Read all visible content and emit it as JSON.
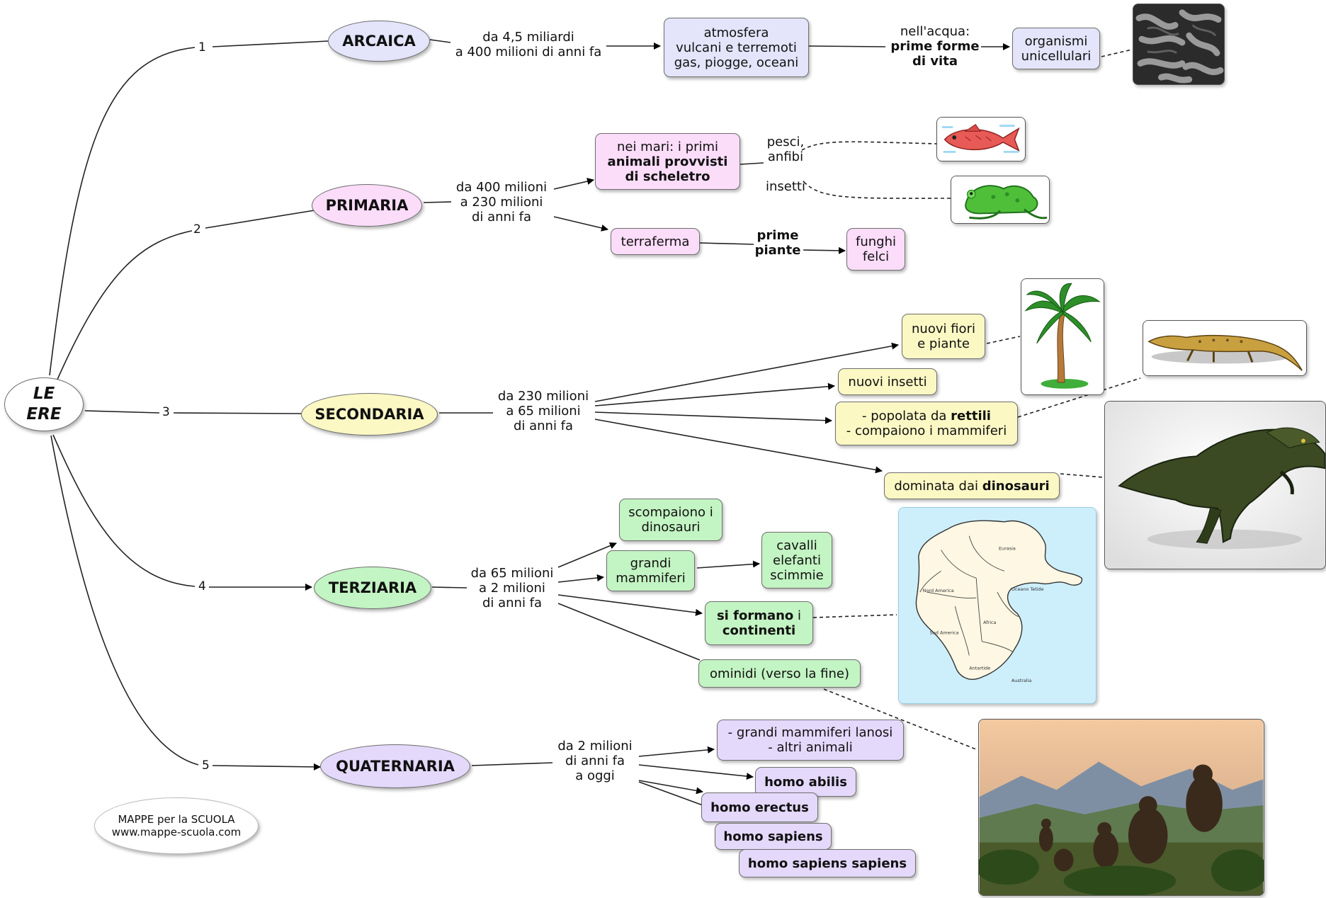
{
  "root": {
    "line1": "LE",
    "line2": "ERE"
  },
  "branch_numbers": [
    "1",
    "2",
    "3",
    "4",
    "5"
  ],
  "eras": [
    {
      "name": "ARCAICA",
      "color": "#e4e4fb",
      "time": [
        "da 4,5 miliardi",
        "a 400 milioni di anni fa"
      ]
    },
    {
      "name": "PRIMARIA",
      "color": "#fbdcf9",
      "time": [
        "da 400 milioni",
        "a 230 milioni",
        "di anni fa"
      ]
    },
    {
      "name": "SECONDARIA",
      "color": "#fbf8c4",
      "time": [
        "da 230 milioni",
        "a 65 milioni",
        "di anni fa"
      ]
    },
    {
      "name": "TERZIARIA",
      "color": "#c3f4c3",
      "time": [
        "da 65 milioni",
        "a 2 milioni",
        "di anni fa"
      ]
    },
    {
      "name": "QUATERNARIA",
      "color": "#e4d8fb",
      "time": [
        "da 2 milioni",
        "di anni fa",
        "a oggi"
      ]
    }
  ],
  "arcaica": {
    "atmosfera": [
      "atmosfera",
      "vulcani e terremoti",
      "gas, piogge, oceani"
    ],
    "acqua_pre": "nell'acqua:",
    "acqua_bold": [
      "prime forme",
      "di vita"
    ],
    "organismi": [
      "organismi",
      "unicellulari"
    ]
  },
  "primaria": {
    "mari_pre": "nei mari: i primi",
    "mari_bold": [
      "animali provvisti",
      "di scheletro"
    ],
    "pesci": [
      "pesci,",
      "anfibi"
    ],
    "insetti": "insetti",
    "terraferma": "terraferma",
    "piante_bold": [
      "prime",
      "piante"
    ],
    "funghi": [
      "funghi",
      "felci"
    ]
  },
  "secondaria": {
    "fiori": [
      "nuovi fiori",
      "e piante"
    ],
    "insetti": "nuovi insetti",
    "rettili_pre": "- popolata da ",
    "rettili_bold": "rettili",
    "mammiferi": "- compaiono i mammiferi",
    "dinosauri_pre": "dominata dai ",
    "dinosauri_bold": "dinosauri"
  },
  "terziaria": {
    "scompaiono": [
      "scompaiono i",
      "dinosauri"
    ],
    "grandi": [
      "grandi",
      "mammiferi"
    ],
    "cavalli": [
      "cavalli",
      "elefanti",
      "scimmie"
    ],
    "continenti_bold1": "si formano",
    "continenti_post": " i",
    "continenti_bold2": "continenti",
    "ominidi": "ominidi (verso la fine)",
    "map_labels": [
      "Nord America",
      "Sud America",
      "Africa",
      "Eurasia",
      "Oceano Tetide",
      "Antartide",
      "Australia"
    ]
  },
  "quaternaria": {
    "lanosi": [
      "- grandi mammiferi lanosi",
      "- altri animali"
    ],
    "homo": [
      "homo abilis",
      "homo erectus",
      "homo sapiens",
      "homo sapiens sapiens"
    ]
  },
  "credit": {
    "line1": "MAPPE per la SCUOLA",
    "line2": "www.mappe-scuola.com"
  }
}
